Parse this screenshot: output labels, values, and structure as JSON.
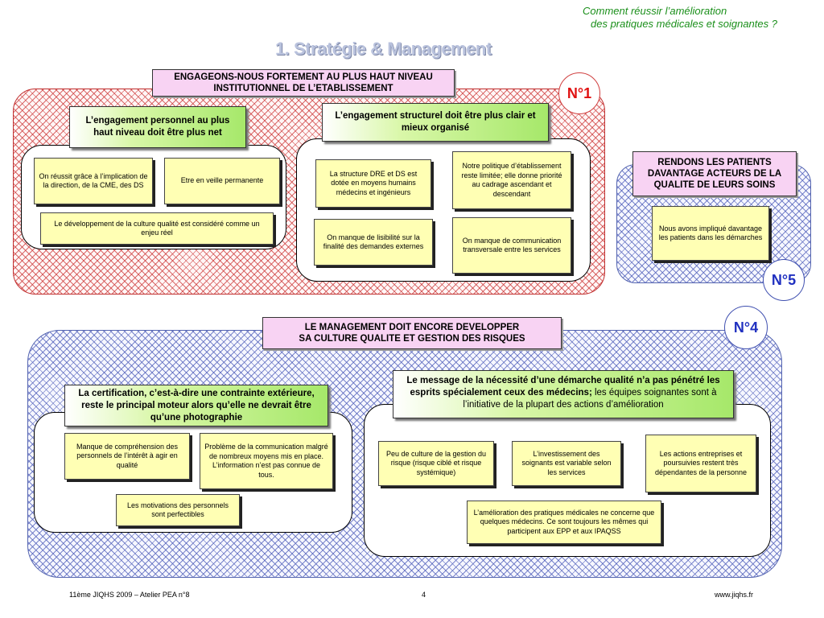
{
  "header": {
    "line1": "Comment réussir l’amélioration",
    "line2": "des pratiques médicales et soignantes ?",
    "title": "1. Stratégie & Management"
  },
  "section1": {
    "heading_line1": "ENGAGEONS-NOUS FORTEMENT AU PLUS HAUT NIVEAU",
    "heading_line2": "INSTITUTIONNEL DE L’ETABLISSEMENT",
    "badge": "N°1",
    "left_green": "L’engagement personnel au plus haut niveau doit être plus net",
    "right_green": "L’engagement structurel doit être plus clair et mieux organisé",
    "notes": [
      "On réussit grâce à l’implication de la direction, de la CME, des DS",
      "Etre en veille permanente",
      "Le développement de la culture qualité est considéré comme un enjeu réel",
      "La structure DRE et DS est dotée en moyens humains médecins et ingénieurs",
      "Notre politique d’établissement reste limitée; elle donne priorité au cadrage ascendant et descendant",
      "On manque de lisibilité sur la finalité des demandes externes",
      "On manque de communication transversale entre les services"
    ]
  },
  "section5": {
    "heading": "RENDONS LES PATIENTS DAVANTAGE ACTEURS DE LA QUALITE DE LEURS SOINS",
    "badge": "N°5",
    "note": "Nous avons impliqué davantage les patients dans les démarches"
  },
  "section4": {
    "heading_line1": "LE MANAGEMENT DOIT ENCORE DEVELOPPER",
    "heading_line2": "SA CULTURE QUALITE ET GESTION DES RISQUES",
    "badge": "N°4",
    "left_green": "La certification, c’est-à-dire une contrainte extérieure, reste le principal moteur alors qu’elle ne devrait être qu’une photographie",
    "right_green_bold": "Le message de la nécessité d’une démarche qualité n’a pas pénétré les esprits spécialement ceux des médecins;",
    "right_green_normal": " les équipes soignantes sont à l’initiative de la plupart des actions d’amélioration",
    "notes": [
      "Manque de compréhension des personnels de l’intérêt à agir en qualité",
      "Problème de la communication malgré de nombreux moyens mis en place. L’information n’est pas connue de tous.",
      "Les motivations des personnels sont perfectibles",
      "Peu de culture de la gestion du risque (risque ciblé et risque systémique)",
      "L’investissement des soignants est variable selon les services",
      "Les actions entreprises et poursuivies restent très dépendantes de la personne",
      "L’amélioration des pratiques médicales ne concerne que quelques médecins. Ce sont toujours les mêmes qui participent aux EPP et aux IPAQSS"
    ]
  },
  "footer": {
    "left": "11ème JIQHS 2009 – Atelier PEA  n°8",
    "center": "4",
    "right": "www.jiqhs.fr"
  },
  "colors": {
    "header_green": "#1a8f1a",
    "badge_red": "#e01010",
    "badge_blue": "#2030c0",
    "note_yellow": "#ffffb4",
    "heading_pink": "#f8d3f3"
  }
}
